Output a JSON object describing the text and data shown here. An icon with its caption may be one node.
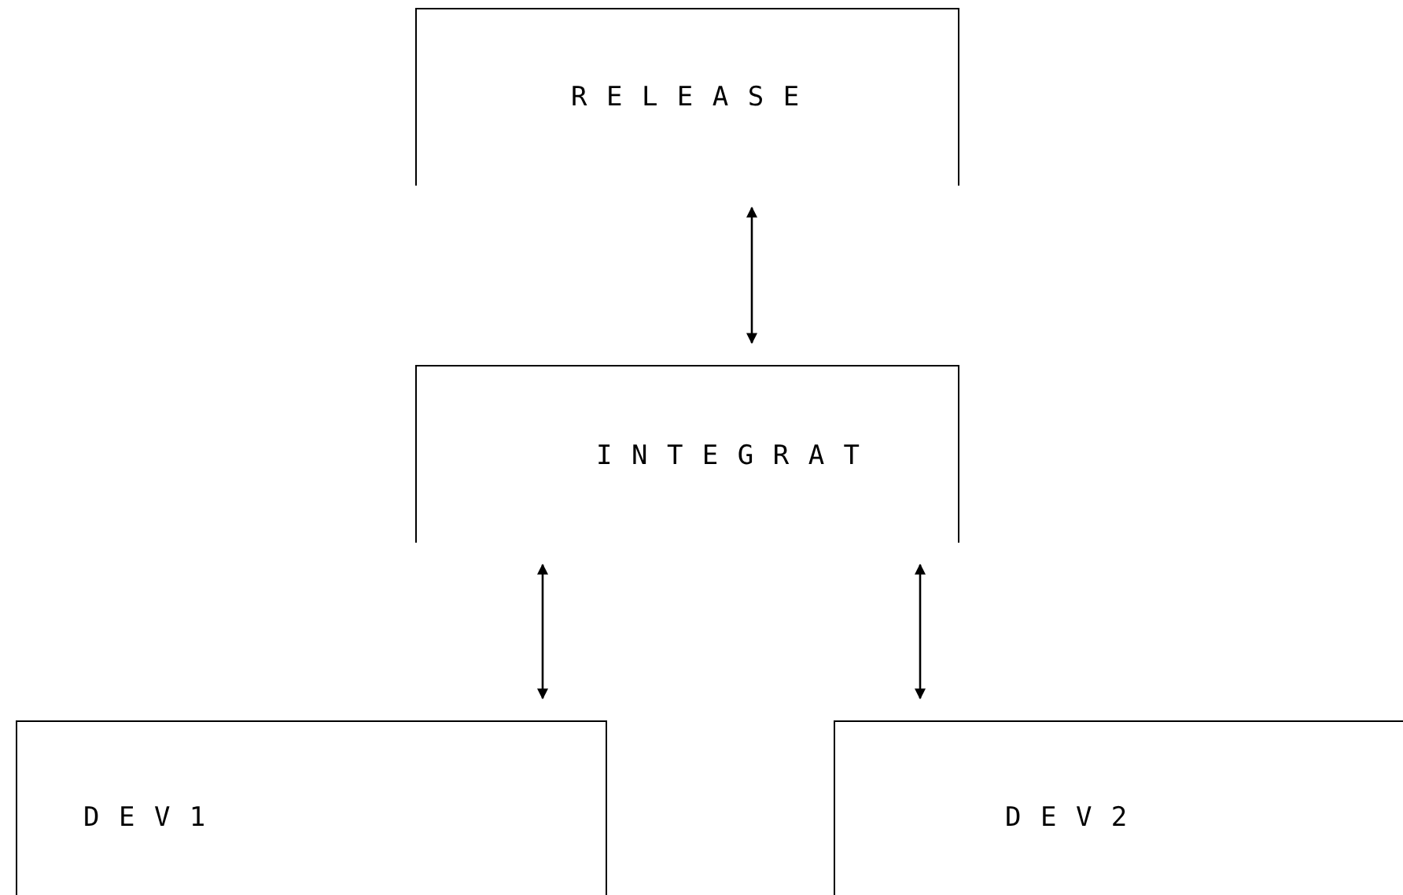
{
  "diagram": {
    "nodes": [
      {
        "text": [
          "R E L E A S E"
        ]
      },
      {
        "text": [
          "I N T E G R A T"
        ]
      },
      {
        "text": [
          "D E V 1"
        ]
      },
      {
        "text": [
          "D E V 2"
        ]
      }
    ],
    "edges": [
      {
        "from": 0,
        "to": 1,
        "arrow": "both"
      },
      {
        "from": 1,
        "to": 2,
        "arrow": "both"
      },
      {
        "from": 1,
        "to": 3,
        "arrow": "both"
      }
    ]
  }
}
